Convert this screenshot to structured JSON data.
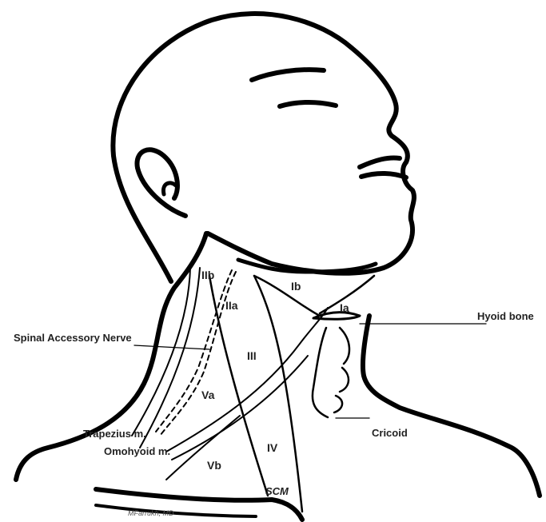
{
  "regions": {
    "IIb": "IIb",
    "IIa": "IIa",
    "Ib": "Ib",
    "Ia": "Ia",
    "III": "III",
    "Va": "Va",
    "Vb": "Vb",
    "IV": "IV"
  },
  "structures": {
    "hyoid": "Hyoid bone",
    "spinal_accessory": "Spinal Accessory Nerve",
    "trapezius": "Trapezius m.",
    "omohyoid": "Omohyoid m.",
    "cricoid": "Cricoid",
    "scm": "SCM"
  },
  "credit": "MFarrukh, MD",
  "colors": {
    "ink": "#000000",
    "label": "#222222",
    "background": "#ffffff"
  }
}
